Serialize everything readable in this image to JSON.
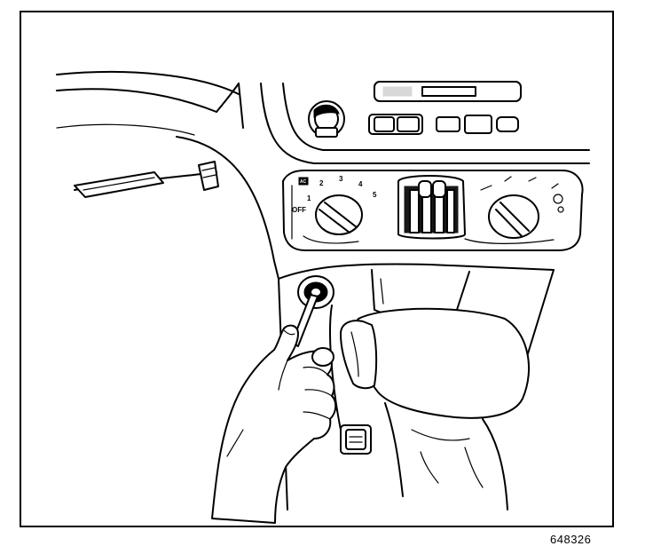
{
  "figure": {
    "number": "648326"
  },
  "dial_labels": {
    "off": "OFF",
    "one": "1",
    "two": "2",
    "three": "3",
    "four": "4",
    "five": "5",
    "ac": "AC"
  },
  "colors": {
    "ink": "#000000",
    "paper": "#ffffff"
  }
}
